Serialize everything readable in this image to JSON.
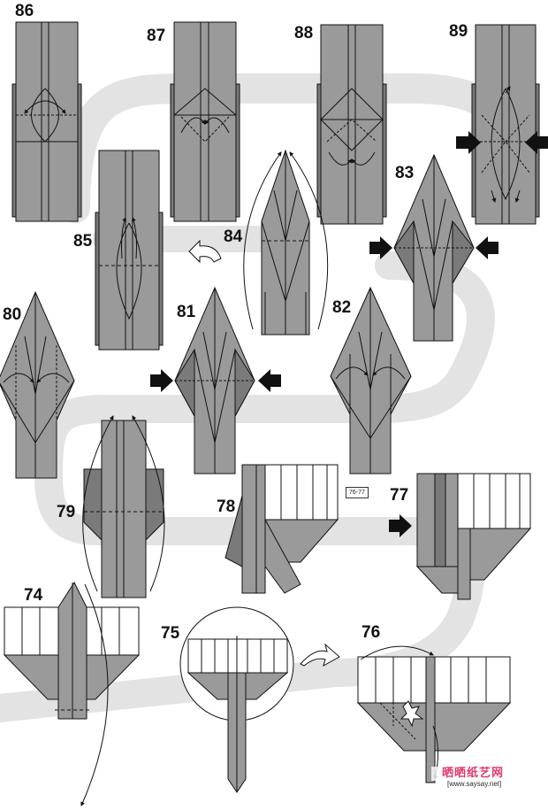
{
  "steps": [
    {
      "id": "s86",
      "label": "86"
    },
    {
      "id": "s87",
      "label": "87"
    },
    {
      "id": "s88",
      "label": "88"
    },
    {
      "id": "s89",
      "label": "89"
    },
    {
      "id": "s85",
      "label": "85"
    },
    {
      "id": "s84",
      "label": "84"
    },
    {
      "id": "s83",
      "label": "83"
    },
    {
      "id": "s80",
      "label": "80"
    },
    {
      "id": "s81",
      "label": "81"
    },
    {
      "id": "s82",
      "label": "82"
    },
    {
      "id": "s79",
      "label": "79"
    },
    {
      "id": "s78",
      "label": "78"
    },
    {
      "id": "s77",
      "label": "77"
    },
    {
      "id": "s74",
      "label": "74"
    },
    {
      "id": "s75",
      "label": "75"
    },
    {
      "id": "s76",
      "label": "76"
    }
  ],
  "reference_box": "76-77",
  "watermark": {
    "site_name": "晒晒纸艺网",
    "url": "[www.saysay.net]"
  },
  "colors": {
    "path_band": "#e3e3e3",
    "paper": "#9a9a9a",
    "paper_dark": "#7a7a7a",
    "paper_white": "#ffffff",
    "line": "#1a1a1a",
    "watermark": "#e23a6d"
  }
}
